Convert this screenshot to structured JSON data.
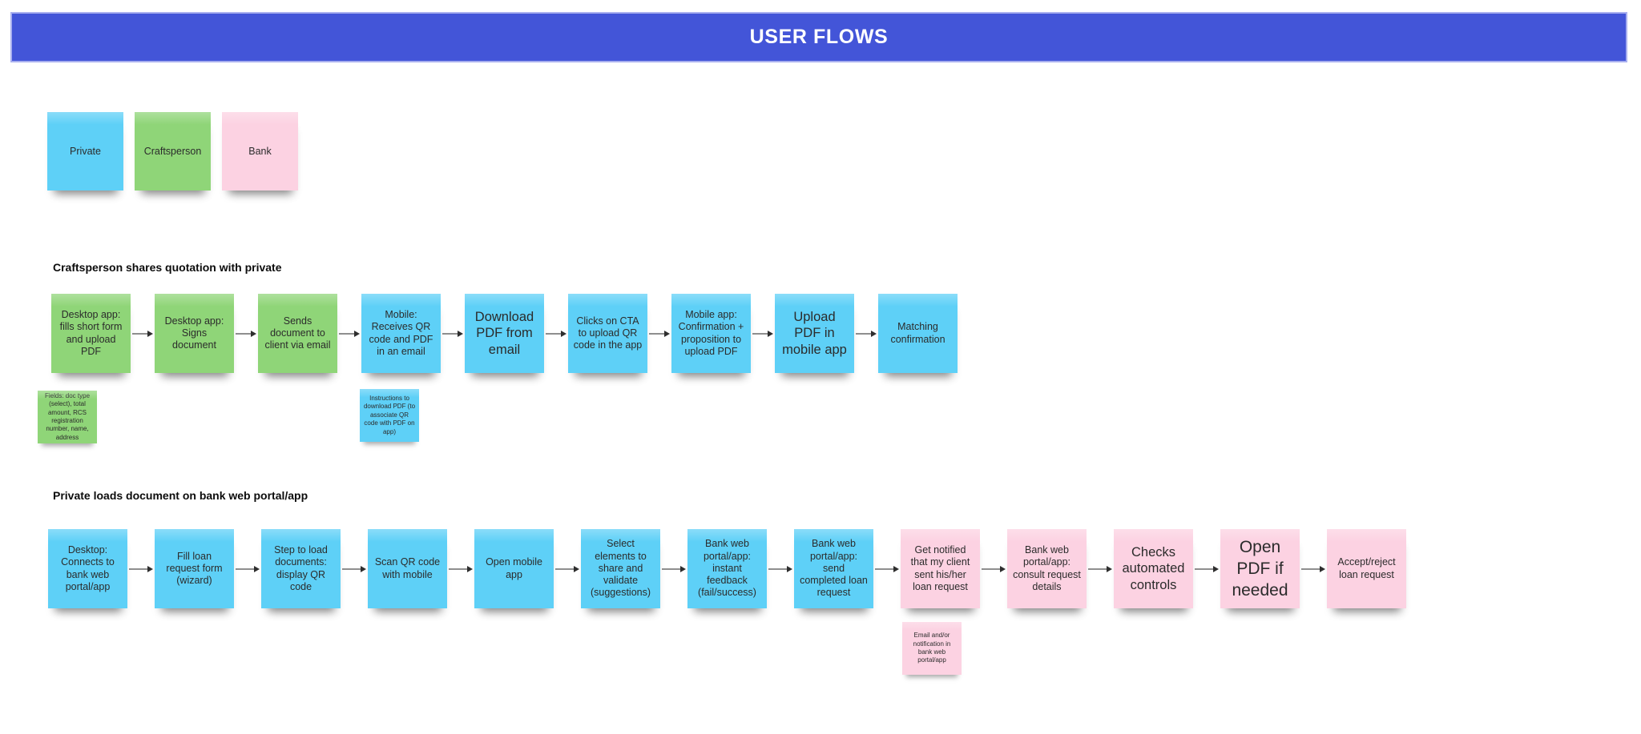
{
  "palette": {
    "banner_bg": "#4355d8",
    "banner_border": "#a9b0ef",
    "banner_text": "#ffffff",
    "sticky_blue": "#5ed0f7",
    "sticky_green": "#8fd578",
    "sticky_pink": "#fcd2e2",
    "sticky_text": "#2b2b2b",
    "heading_text": "#0c0c0c",
    "arrow_line": "#8f8f8f",
    "arrow_head": "#2e2e2e"
  },
  "banner": {
    "title": "USER FLOWS"
  },
  "legend": {
    "items": [
      {
        "label": "Private",
        "color": "blue"
      },
      {
        "label": "Craftsperson",
        "color": "green"
      },
      {
        "label": "Bank",
        "color": "pink"
      }
    ]
  },
  "flows": [
    {
      "heading": "Craftsperson shares quotation with private",
      "steps": [
        {
          "label": "Desktop app: fills short form and upload PDF",
          "color": "green",
          "emphasis": "normal"
        },
        {
          "label": "Desktop app: Signs document",
          "color": "green",
          "emphasis": "normal"
        },
        {
          "label": "Sends document to client via email",
          "color": "green",
          "emphasis": "normal"
        },
        {
          "label": "Mobile: Receives QR code and PDF in an email",
          "color": "blue",
          "emphasis": "normal"
        },
        {
          "label": "Download PDF from email",
          "color": "blue",
          "emphasis": "large"
        },
        {
          "label": "Clicks on CTA to upload QR code in the app",
          "color": "blue",
          "emphasis": "normal"
        },
        {
          "label": "Mobile app: Confirmation + proposition to upload PDF",
          "color": "blue",
          "emphasis": "normal"
        },
        {
          "label": "Upload PDF in mobile app",
          "color": "blue",
          "emphasis": "large"
        },
        {
          "label": "Matching confirmation",
          "color": "blue",
          "emphasis": "normal"
        }
      ],
      "notes": [
        {
          "label": "Fields: doc type (select), total amount, RCS registration number, name, address",
          "color": "green",
          "below_step": 1
        },
        {
          "label": "Instructions to download PDF (to associate QR code with PDF on app)",
          "color": "blue",
          "below_step": 4
        }
      ]
    },
    {
      "heading": "Private loads document on bank web portal/app",
      "steps": [
        {
          "label": "Desktop: Connects to bank web portal/app",
          "color": "blue",
          "emphasis": "normal"
        },
        {
          "label": "Fill loan request form (wizard)",
          "color": "blue",
          "emphasis": "normal"
        },
        {
          "label": "Step to load documents: display QR code",
          "color": "blue",
          "emphasis": "normal"
        },
        {
          "label": "Scan QR code with mobile",
          "color": "blue",
          "emphasis": "normal"
        },
        {
          "label": "Open mobile app",
          "color": "blue",
          "emphasis": "normal"
        },
        {
          "label": "Select elements to share and validate (suggestions)",
          "color": "blue",
          "emphasis": "normal"
        },
        {
          "label": "Bank web portal/app: instant feedback (fail/success)",
          "color": "blue",
          "emphasis": "normal"
        },
        {
          "label": "Bank web portal/app: send completed loan request",
          "color": "blue",
          "emphasis": "normal"
        },
        {
          "label": "Get notified that my client sent his/her loan request",
          "color": "pink",
          "emphasis": "normal"
        },
        {
          "label": "Bank web portal/app: consult request details",
          "color": "pink",
          "emphasis": "normal"
        },
        {
          "label": "Checks automated controls",
          "color": "pink",
          "emphasis": "large"
        },
        {
          "label": "Open PDF if needed",
          "color": "pink",
          "emphasis": "xlarge"
        },
        {
          "label": "Accept/reject loan request",
          "color": "pink",
          "emphasis": "normal"
        }
      ],
      "notes": [
        {
          "label": "Email and/or notification in bank web portal/app",
          "color": "pink",
          "below_step": 9
        }
      ]
    }
  ]
}
